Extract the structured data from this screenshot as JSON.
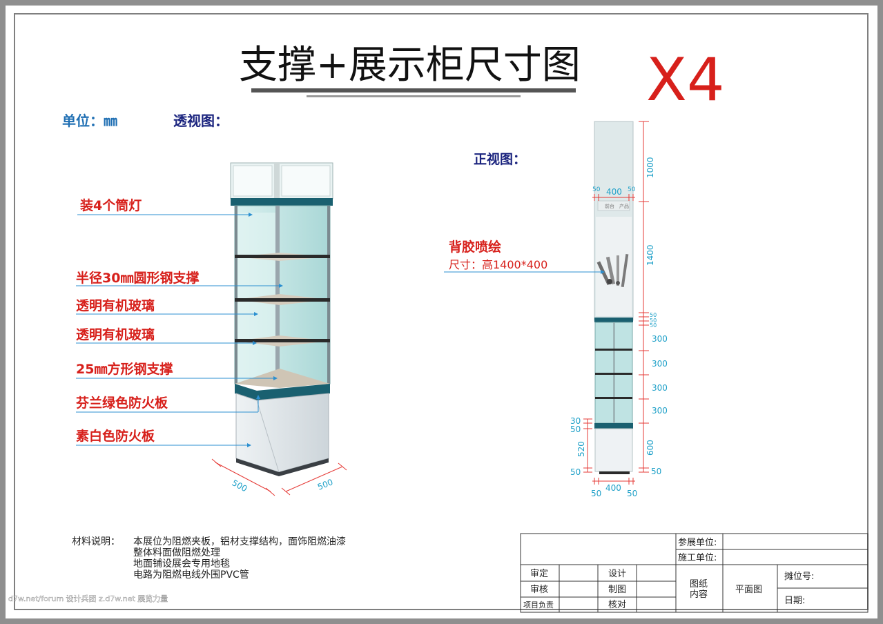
{
  "title": "支撑+展示柜尺寸图",
  "quantity": "X4",
  "unit_label": "单位：㎜",
  "perspective_label": "透视图：",
  "front_label": "正视图：",
  "callouts": [
    "装4个筒灯",
    "半径30㎜圆形钢支撑",
    "透明有机玻璃",
    "透明有机玻璃",
    "25㎜方形钢支撑",
    "芬兰绿色防火板",
    "素白色防火板"
  ],
  "front_callout": {
    "line1": "背胶喷绘",
    "line2": "尺寸：高1400*400"
  },
  "base_dims": {
    "left": "500",
    "right": "500"
  },
  "front_dims": {
    "top_small_left": "50",
    "top_width": "400",
    "top_small_right": "50",
    "bottom_small_left": "50",
    "bottom_width": "400",
    "bottom_small_right": "50",
    "right": [
      "1000",
      "1400",
      "50",
      "50",
      "50",
      "300",
      "300",
      "300",
      "300",
      "600",
      "50"
    ],
    "left": [
      "30",
      "50",
      "520",
      "50"
    ]
  },
  "header_panel": {
    "left": "前台",
    "right": "产品"
  },
  "materials": {
    "label": "材料说明：",
    "lines": [
      "本展位为阻燃夹板，铝材支撑结构，面饰阻燃油漆",
      "整体料面做阻燃处理",
      "地面铺设展会专用地毯",
      "电路为阻燃电线外围PVC管"
    ]
  },
  "watermark": "d7w.net/forum 设计兵团 z.d7w.net 展览力量",
  "title_block": {
    "exhibitor": "参展单位:",
    "builder": "施工单位:",
    "approve": "审定",
    "review": "审核",
    "project_lead": "项目负责",
    "design": "设计",
    "draw": "制图",
    "check": "核对",
    "drawing_content_1": "图纸",
    "drawing_content_2": "内容",
    "plan": "平面图",
    "booth_no": "摊位号:",
    "date": "日期:"
  },
  "colors": {
    "frame": "#7f7f7f",
    "red": "#d7201b",
    "blue_label": "#1f6fb3",
    "navy": "#1a237e",
    "teal": "#1a6070",
    "glass": "#bfe3e3",
    "leader": "#2b8fd0",
    "dim": "#e53935",
    "dim_text": "#1ea0c8"
  }
}
